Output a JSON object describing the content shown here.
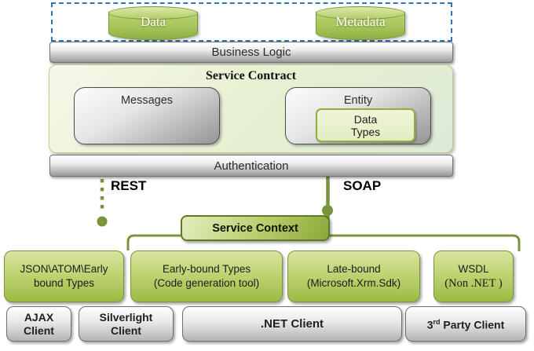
{
  "store": {
    "data": "Data",
    "metadata": "Metadata"
  },
  "layers": {
    "business_logic": "Business Logic",
    "authentication": "Authentication"
  },
  "service_contract": {
    "title": "Service Contract",
    "messages": "Messages",
    "entity": "Entity",
    "data_types": {
      "line1": "Data",
      "line2": "Types"
    }
  },
  "protocols": {
    "rest": "REST",
    "soap": "SOAP"
  },
  "service_context": {
    "label": "Service Context"
  },
  "endpoints": [
    {
      "line1": "JSON\\ATOM\\Early",
      "line2": "bound Types"
    },
    {
      "line1": "Early-bound Types",
      "line2": "(Code generation tool)"
    },
    {
      "line1": "Late-bound",
      "line2": "(Microsoft.Xrm.Sdk)"
    },
    {
      "line1": "WSDL",
      "line2": "(Non .NET )"
    }
  ],
  "clients": [
    {
      "line1": "AJAX",
      "line2": "Client"
    },
    {
      "line1": "Silverlight",
      "line2": "Client"
    },
    {
      "line1": ".NET Client"
    },
    {
      "line1_prefix": "3",
      "line1_sup": "rd",
      "line1_rest": " Party Client"
    }
  ],
  "colors": {
    "accent_green": "#7a943e",
    "endpoint_green": "#9cbb45",
    "dashed_border_blue": "#2e75b6",
    "bar_gray": "#999999"
  }
}
